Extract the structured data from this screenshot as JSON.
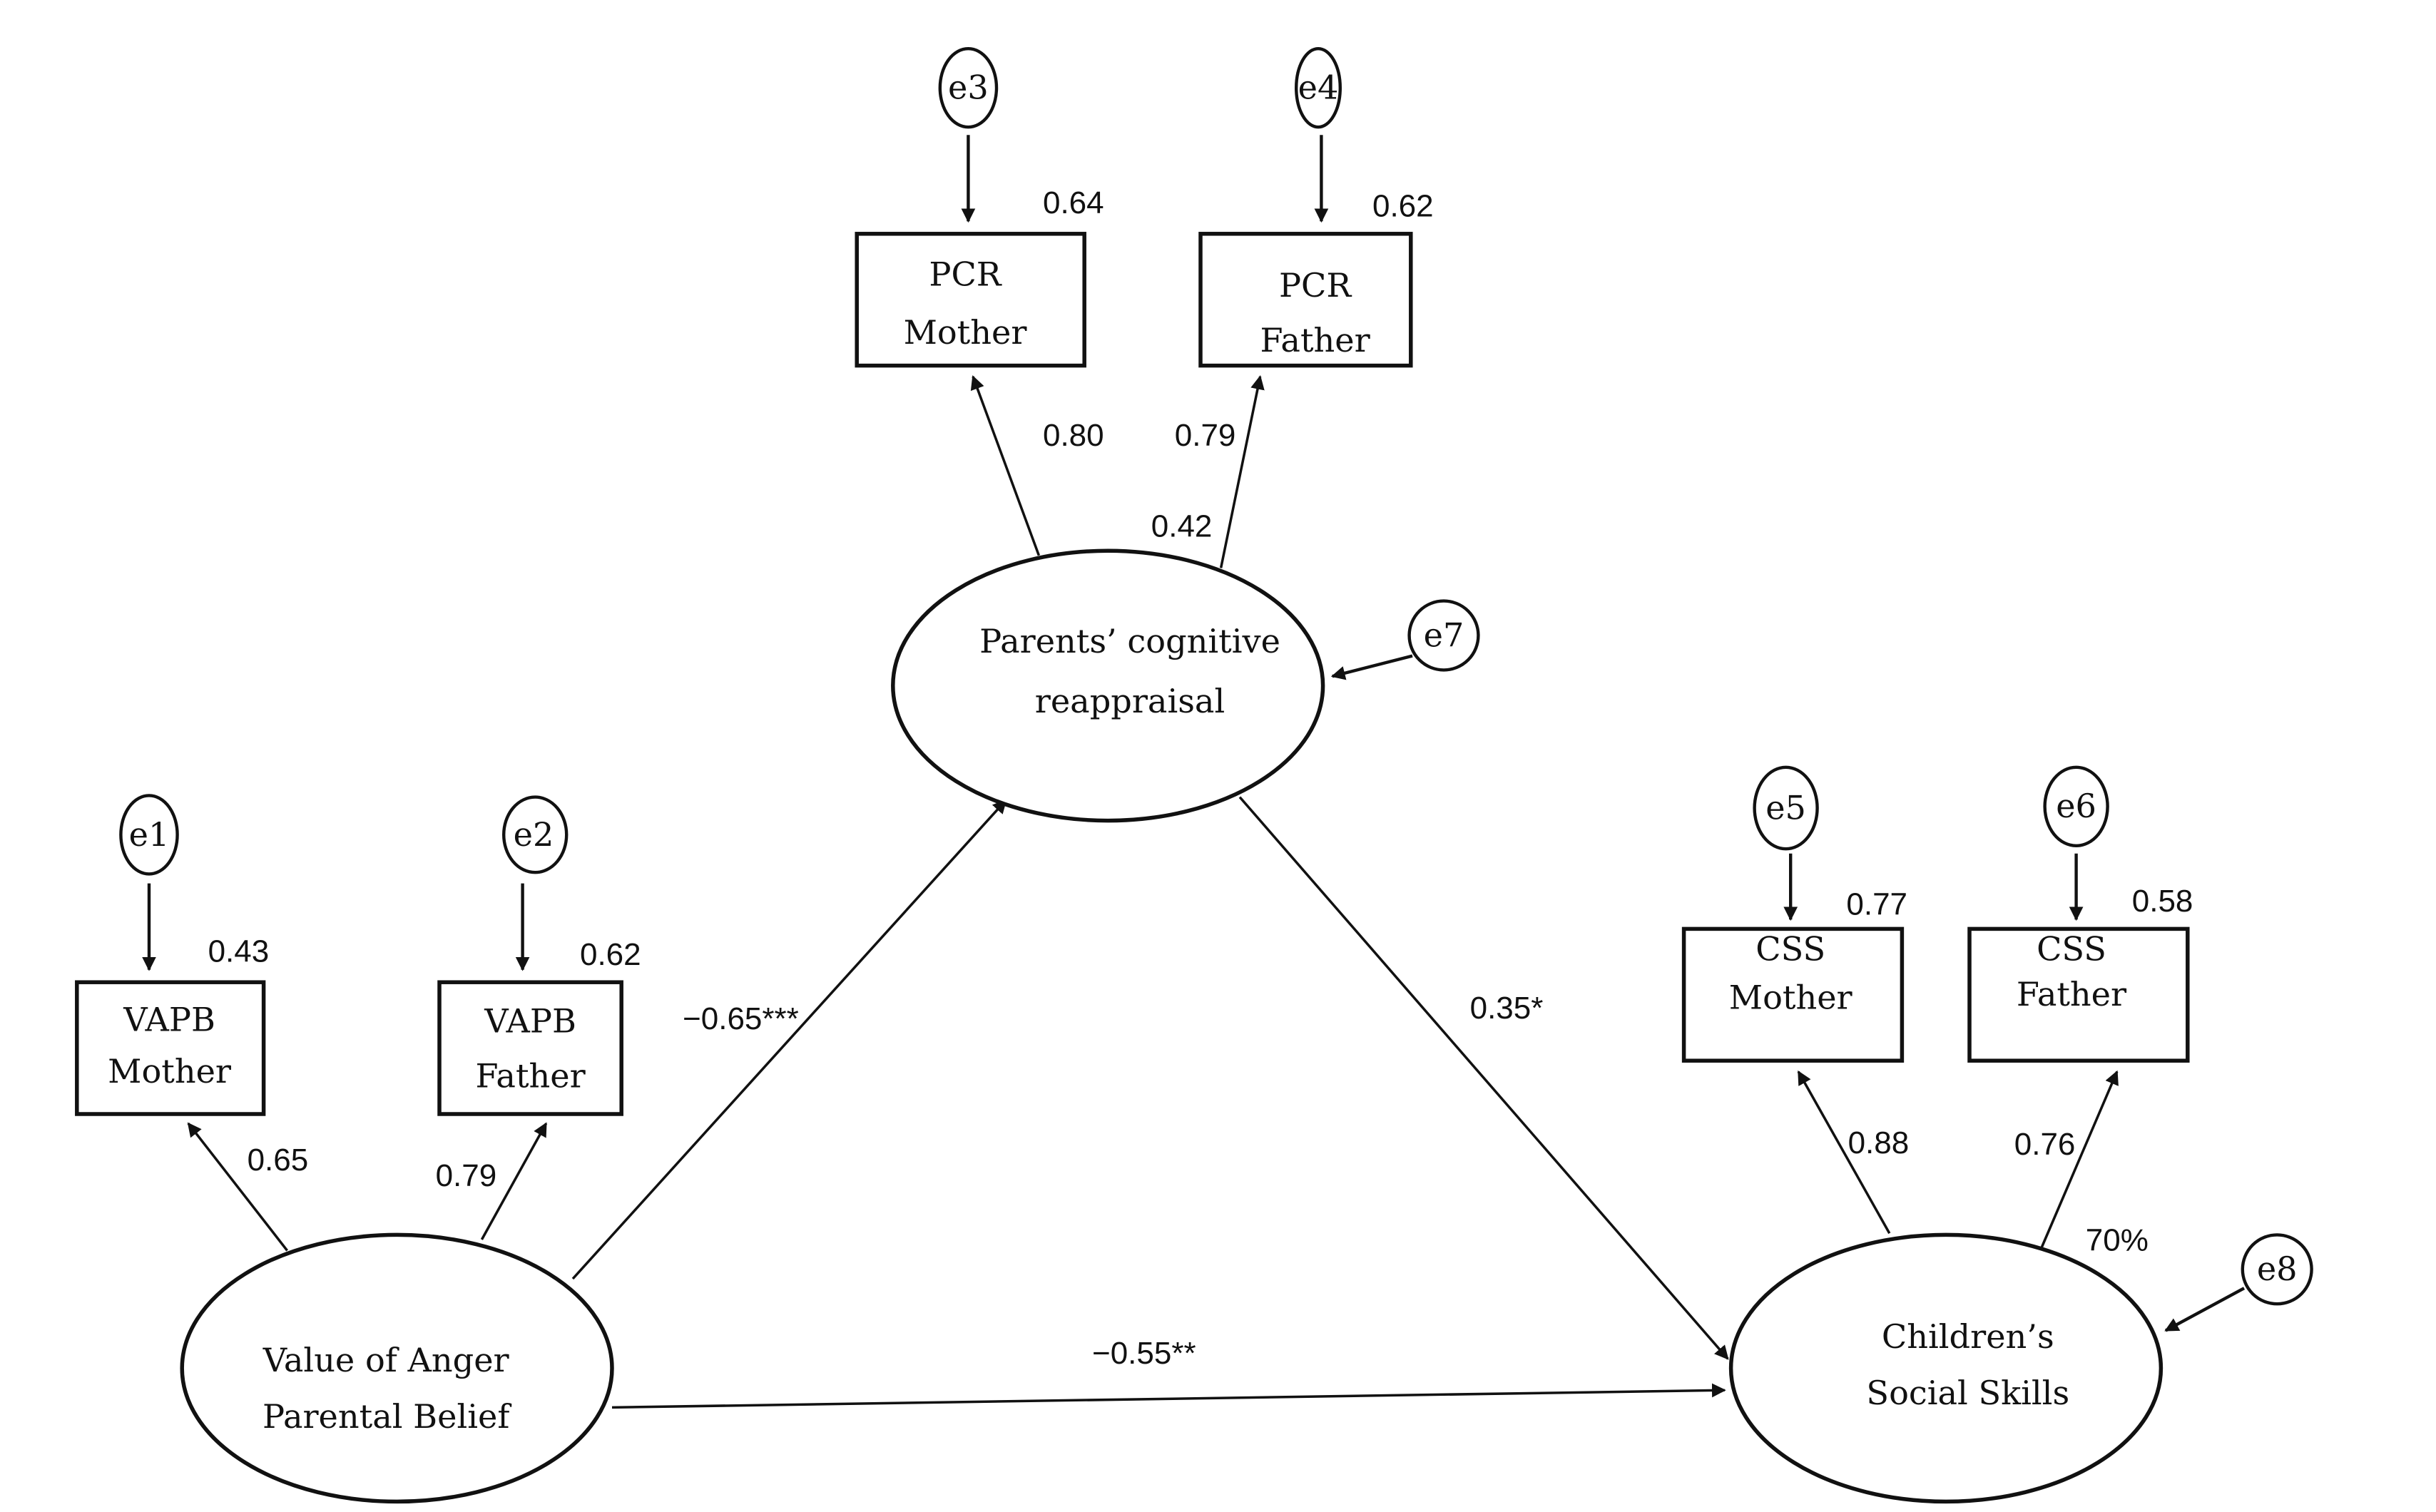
{
  "latent": {
    "vapb": {
      "line1": "Value of Anger",
      "line2": "Parental Belief"
    },
    "pcr": {
      "line1": "Parents’ cognitive",
      "line2": "reappraisal"
    },
    "css": {
      "line1": "Children’s",
      "line2": "Social Skills"
    }
  },
  "observed": {
    "vapb_mother": {
      "line1": "VAPB",
      "line2": "Mother"
    },
    "vapb_father": {
      "line1": "VAPB",
      "line2": "Father"
    },
    "pcr_mother": {
      "line1": "PCR",
      "line2": "Mother"
    },
    "pcr_father": {
      "line1": "PCR",
      "line2": "Father"
    },
    "css_mother": {
      "line1": "CSS",
      "line2": "Mother"
    },
    "css_father": {
      "line1": "CSS",
      "line2": "Father"
    }
  },
  "errors": {
    "e1": "e1",
    "e2": "e2",
    "e3": "e3",
    "e4": "e4",
    "e5": "e5",
    "e6": "e6",
    "e7": "e7",
    "e8": "e8"
  },
  "r_squared": {
    "vapb_mother": "0.43",
    "vapb_father": "0.62",
    "pcr_mother": "0.64",
    "pcr_father": "0.62",
    "css_mother": "0.77",
    "css_father": "0.58",
    "pcr_latent": "0.42",
    "css_latent": "70%"
  },
  "loadings": {
    "vapb_mother": "0.65",
    "vapb_father": "0.79",
    "pcr_mother": "0.80",
    "pcr_father": "0.79",
    "css_mother": "0.88",
    "css_father": "0.76"
  },
  "paths": {
    "vapb_to_pcr": "−0.65***",
    "pcr_to_css": "0.35*",
    "vapb_to_css": "−0.55**"
  }
}
